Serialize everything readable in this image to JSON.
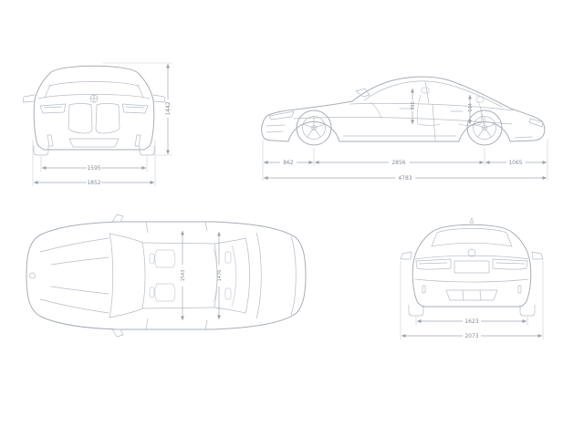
{
  "colors": {
    "background": "#ffffff",
    "line": "#a7aeb8",
    "dimension_text": "#858d97"
  },
  "views": {
    "front": {
      "dims": {
        "track": "1595",
        "overall_width": "1852",
        "overall_height": "1442"
      }
    },
    "side": {
      "dims": {
        "front_overhang": "862",
        "wheelbase": "2856",
        "rear_overhang": "1065",
        "overall_length": "4783",
        "headroom_front": "996",
        "headroom_rear": "944"
      }
    },
    "top": {
      "dims": {
        "interior_width_front": "1543",
        "interior_width_rear": "1476"
      }
    },
    "rear": {
      "dims": {
        "rear_track": "1623",
        "width_incl_mirrors": "2073"
      }
    }
  }
}
